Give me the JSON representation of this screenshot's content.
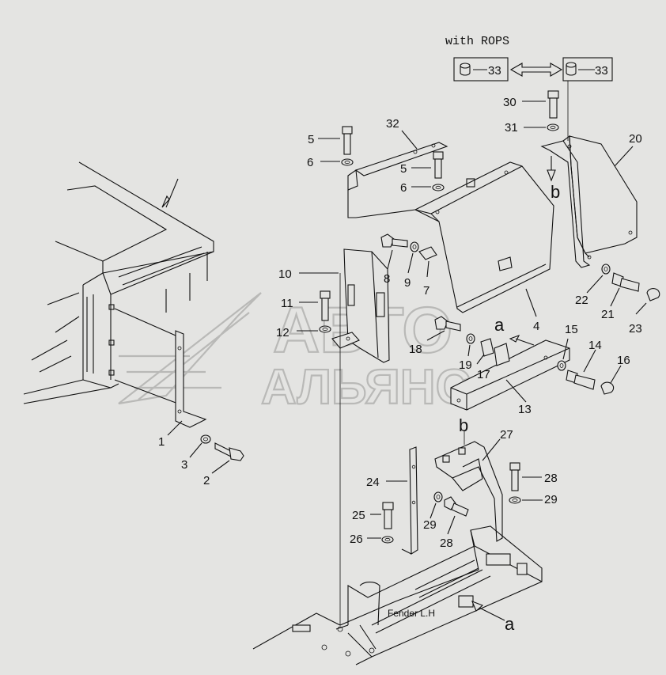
{
  "header": {
    "rops_label": "with ROPS"
  },
  "callouts": [
    {
      "id": "c1",
      "text": "1"
    },
    {
      "id": "c2",
      "text": "2"
    },
    {
      "id": "c3",
      "text": "3"
    },
    {
      "id": "c4",
      "text": "4"
    },
    {
      "id": "c5a",
      "text": "5"
    },
    {
      "id": "c5b",
      "text": "5"
    },
    {
      "id": "c6a",
      "text": "6"
    },
    {
      "id": "c6b",
      "text": "6"
    },
    {
      "id": "c7",
      "text": "7"
    },
    {
      "id": "c8",
      "text": "8"
    },
    {
      "id": "c9",
      "text": "9"
    },
    {
      "id": "c10",
      "text": "10"
    },
    {
      "id": "c11",
      "text": "11"
    },
    {
      "id": "c12",
      "text": "12"
    },
    {
      "id": "c13",
      "text": "13"
    },
    {
      "id": "c14",
      "text": "14"
    },
    {
      "id": "c15",
      "text": "15"
    },
    {
      "id": "c16",
      "text": "16"
    },
    {
      "id": "c17",
      "text": "17"
    },
    {
      "id": "c18",
      "text": "18"
    },
    {
      "id": "c19",
      "text": "19"
    },
    {
      "id": "c20",
      "text": "20"
    },
    {
      "id": "c21",
      "text": "21"
    },
    {
      "id": "c22",
      "text": "22"
    },
    {
      "id": "c23",
      "text": "23"
    },
    {
      "id": "c24",
      "text": "24"
    },
    {
      "id": "c25",
      "text": "25"
    },
    {
      "id": "c26",
      "text": "26"
    },
    {
      "id": "c27",
      "text": "27"
    },
    {
      "id": "c28a",
      "text": "28"
    },
    {
      "id": "c28b",
      "text": "28"
    },
    {
      "id": "c29a",
      "text": "29"
    },
    {
      "id": "c29b",
      "text": "29"
    },
    {
      "id": "c30",
      "text": "30"
    },
    {
      "id": "c31",
      "text": "31"
    },
    {
      "id": "c32",
      "text": "32"
    },
    {
      "id": "c33a",
      "text": "33"
    },
    {
      "id": "c33b",
      "text": "33"
    }
  ],
  "ref_letters": [
    {
      "id": "ra1",
      "text": "a"
    },
    {
      "id": "ra2",
      "text": "a"
    },
    {
      "id": "rb1",
      "text": "b"
    },
    {
      "id": "rb2",
      "text": "b"
    }
  ],
  "annotations": {
    "fender": "Fender L.H"
  },
  "watermark": {
    "line1": "АВТО",
    "line2": "АЛЬЯНС"
  }
}
